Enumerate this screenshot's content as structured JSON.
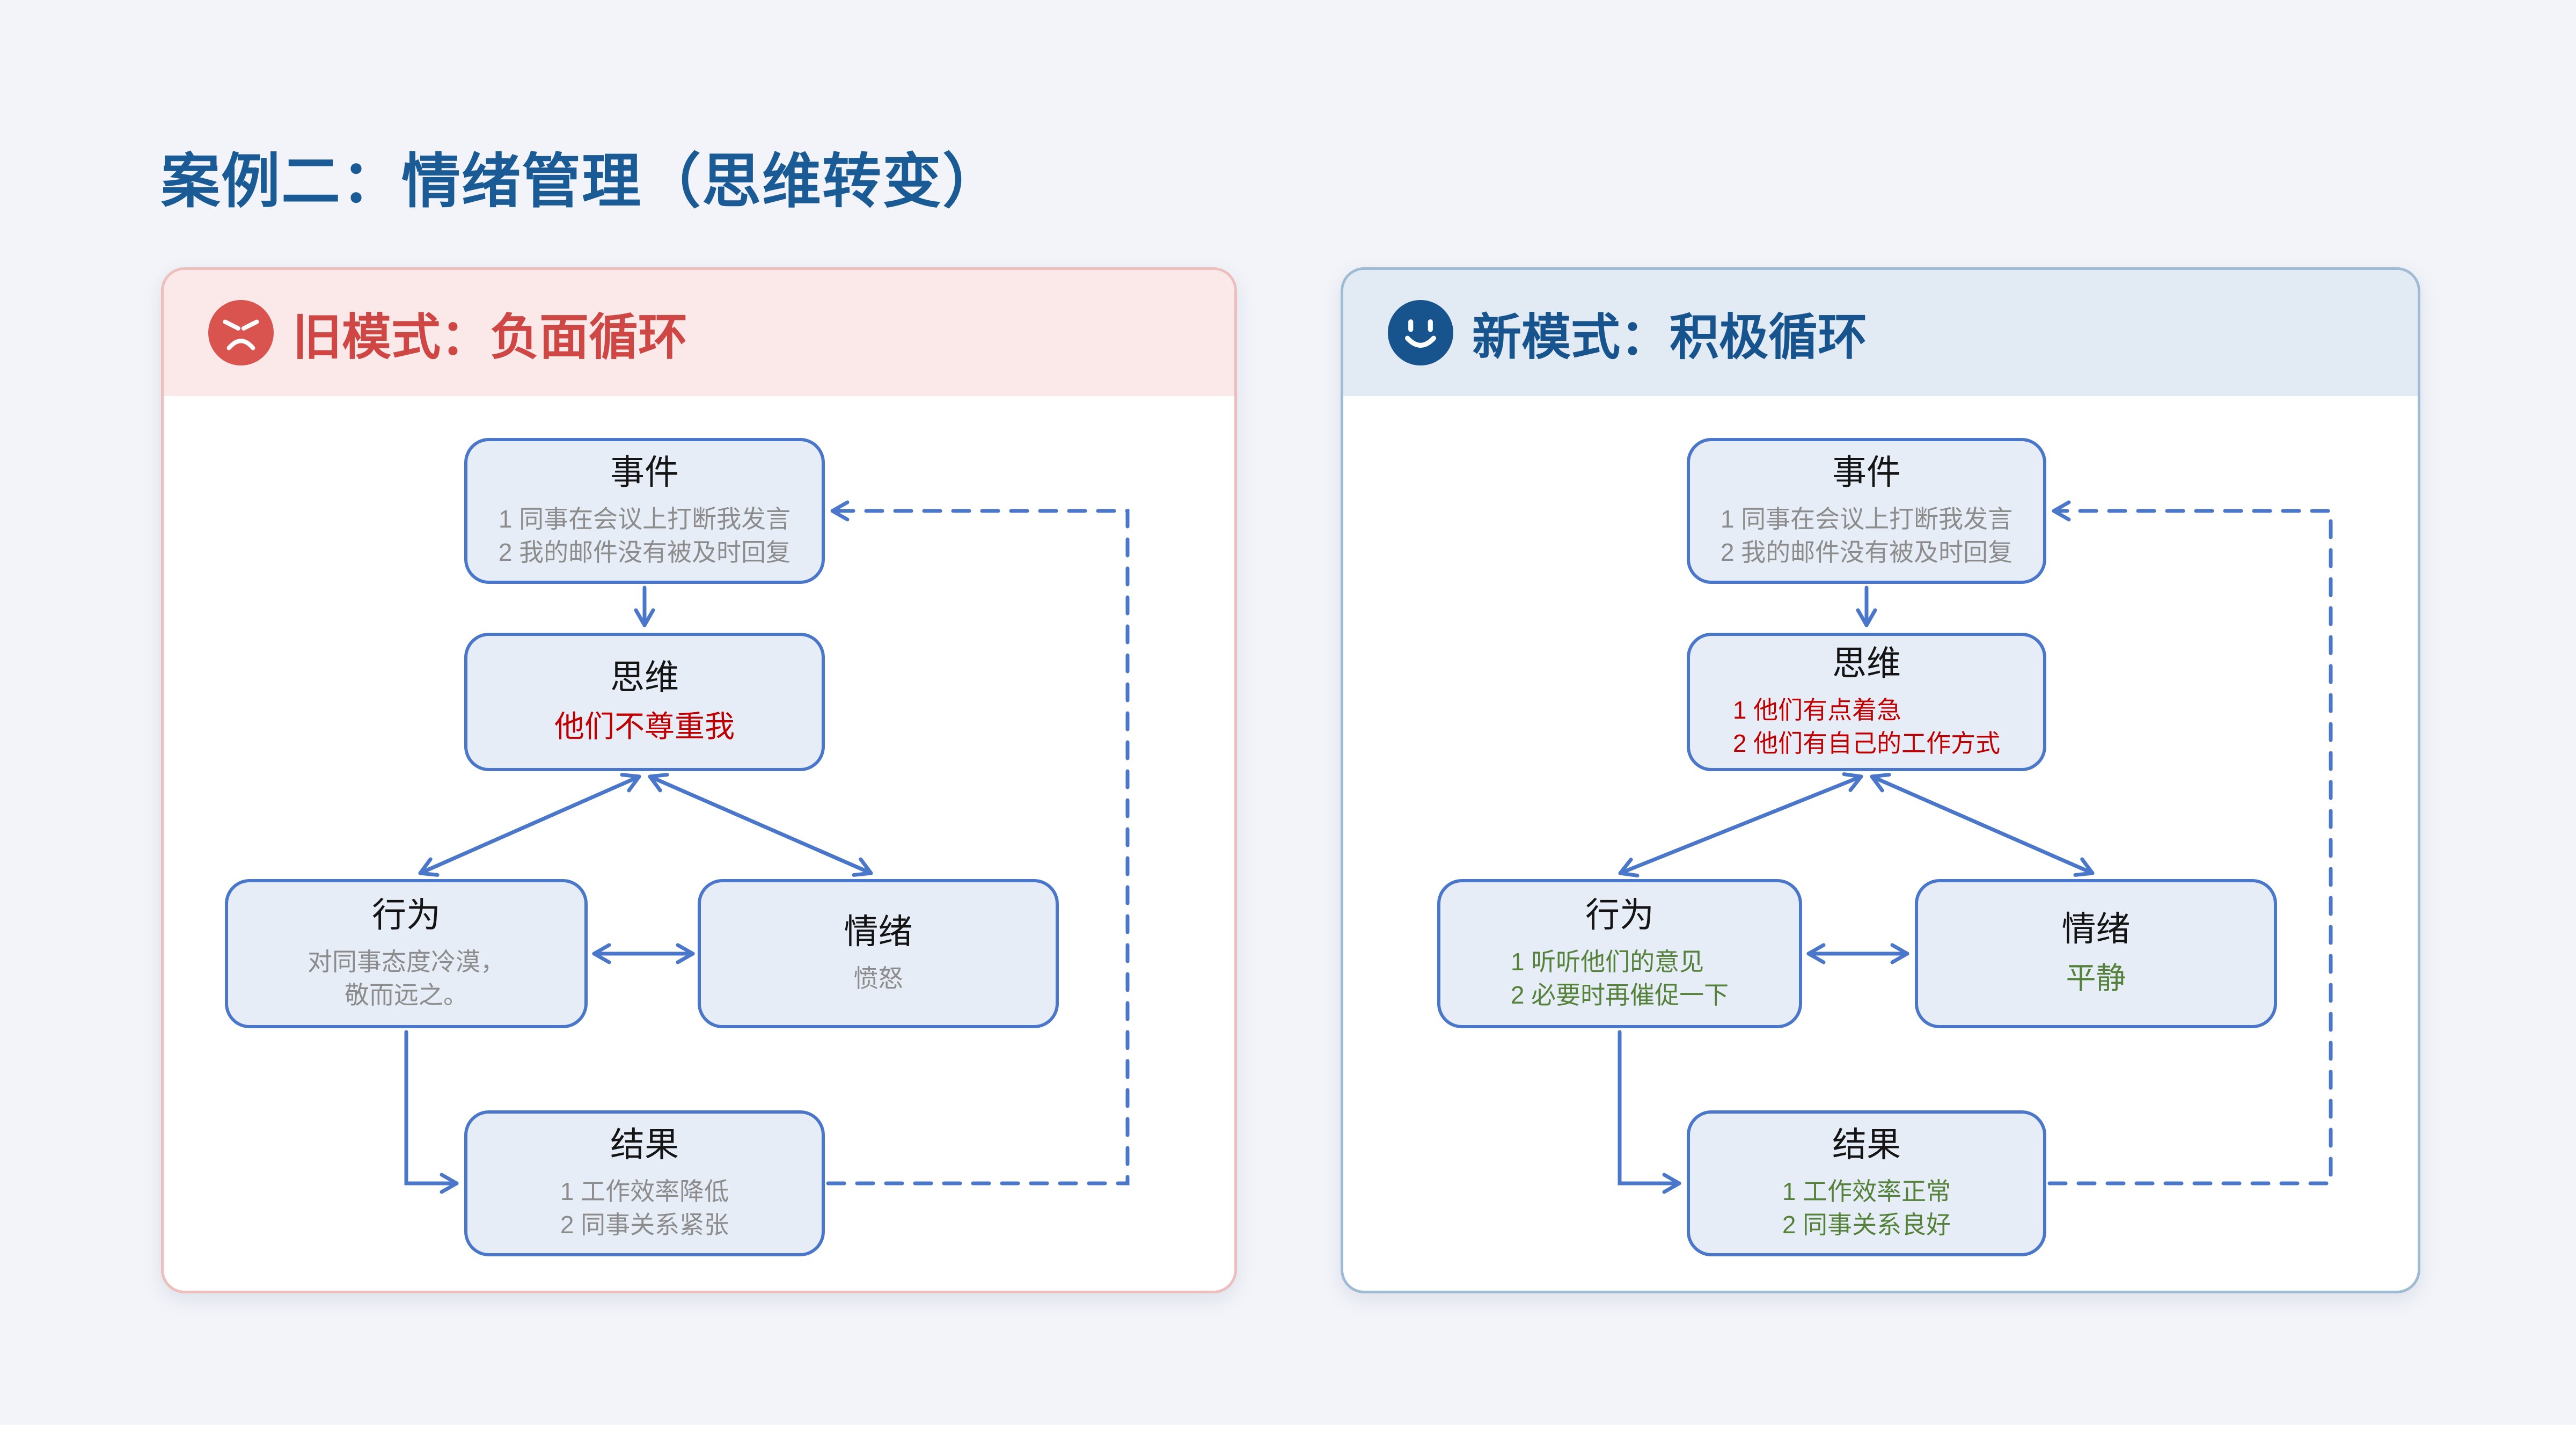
{
  "page_title": "案例二：情绪管理（思维转变）",
  "colors": {
    "page_background": "#f2f4f9",
    "title_blue": "#1a5b96",
    "old_accent_red": "#cf4744",
    "old_icon_red": "#d9534f",
    "old_panel_border": "#edbebb",
    "old_header_bg": "#fae9e8",
    "new_accent_blue": "#17548e",
    "new_panel_border": "#9fbad3",
    "new_header_bg": "#e2eaf3",
    "node_fill": "#e7edf6",
    "node_border_blue": "#4a77c9",
    "connector_blue": "#4a77c9",
    "negative_text_red": "#c00000",
    "positive_text_green": "#55823a",
    "muted_text_gray": "#8c8c8c"
  },
  "panels": {
    "old": {
      "icon": "angry-face",
      "header_label": "旧模式：负面循环",
      "nodes": {
        "event": {
          "title": "事件",
          "line1": "1 同事在会议上打断我发言",
          "line2": "2 我的邮件没有被及时回复"
        },
        "thought": {
          "title": "思维",
          "line1": "他们不尊重我"
        },
        "behavior": {
          "title": "行为",
          "line1": "对同事态度冷漠，",
          "line2": "敬而远之。"
        },
        "emotion": {
          "title": "情绪",
          "line1": "愤怒"
        },
        "result": {
          "title": "结果",
          "line1": "1 工作效率降低",
          "line2": "2 同事关系紧张"
        }
      }
    },
    "new": {
      "icon": "smiley-face",
      "header_label": "新模式：积极循环",
      "nodes": {
        "event": {
          "title": "事件",
          "line1": "1 同事在会议上打断我发言",
          "line2": "2 我的邮件没有被及时回复"
        },
        "thought": {
          "title": "思维",
          "line1": "1 他们有点着急",
          "line2": "2 他们有自己的工作方式"
        },
        "behavior": {
          "title": "行为",
          "line1": "1 听听他们的意见",
          "line2": "2 必要时再催促一下"
        },
        "emotion": {
          "title": "情绪",
          "line1": "平静"
        },
        "result": {
          "title": "结果",
          "line1": "1 工作效率正常",
          "line2": "2 同事关系良好"
        }
      }
    }
  }
}
